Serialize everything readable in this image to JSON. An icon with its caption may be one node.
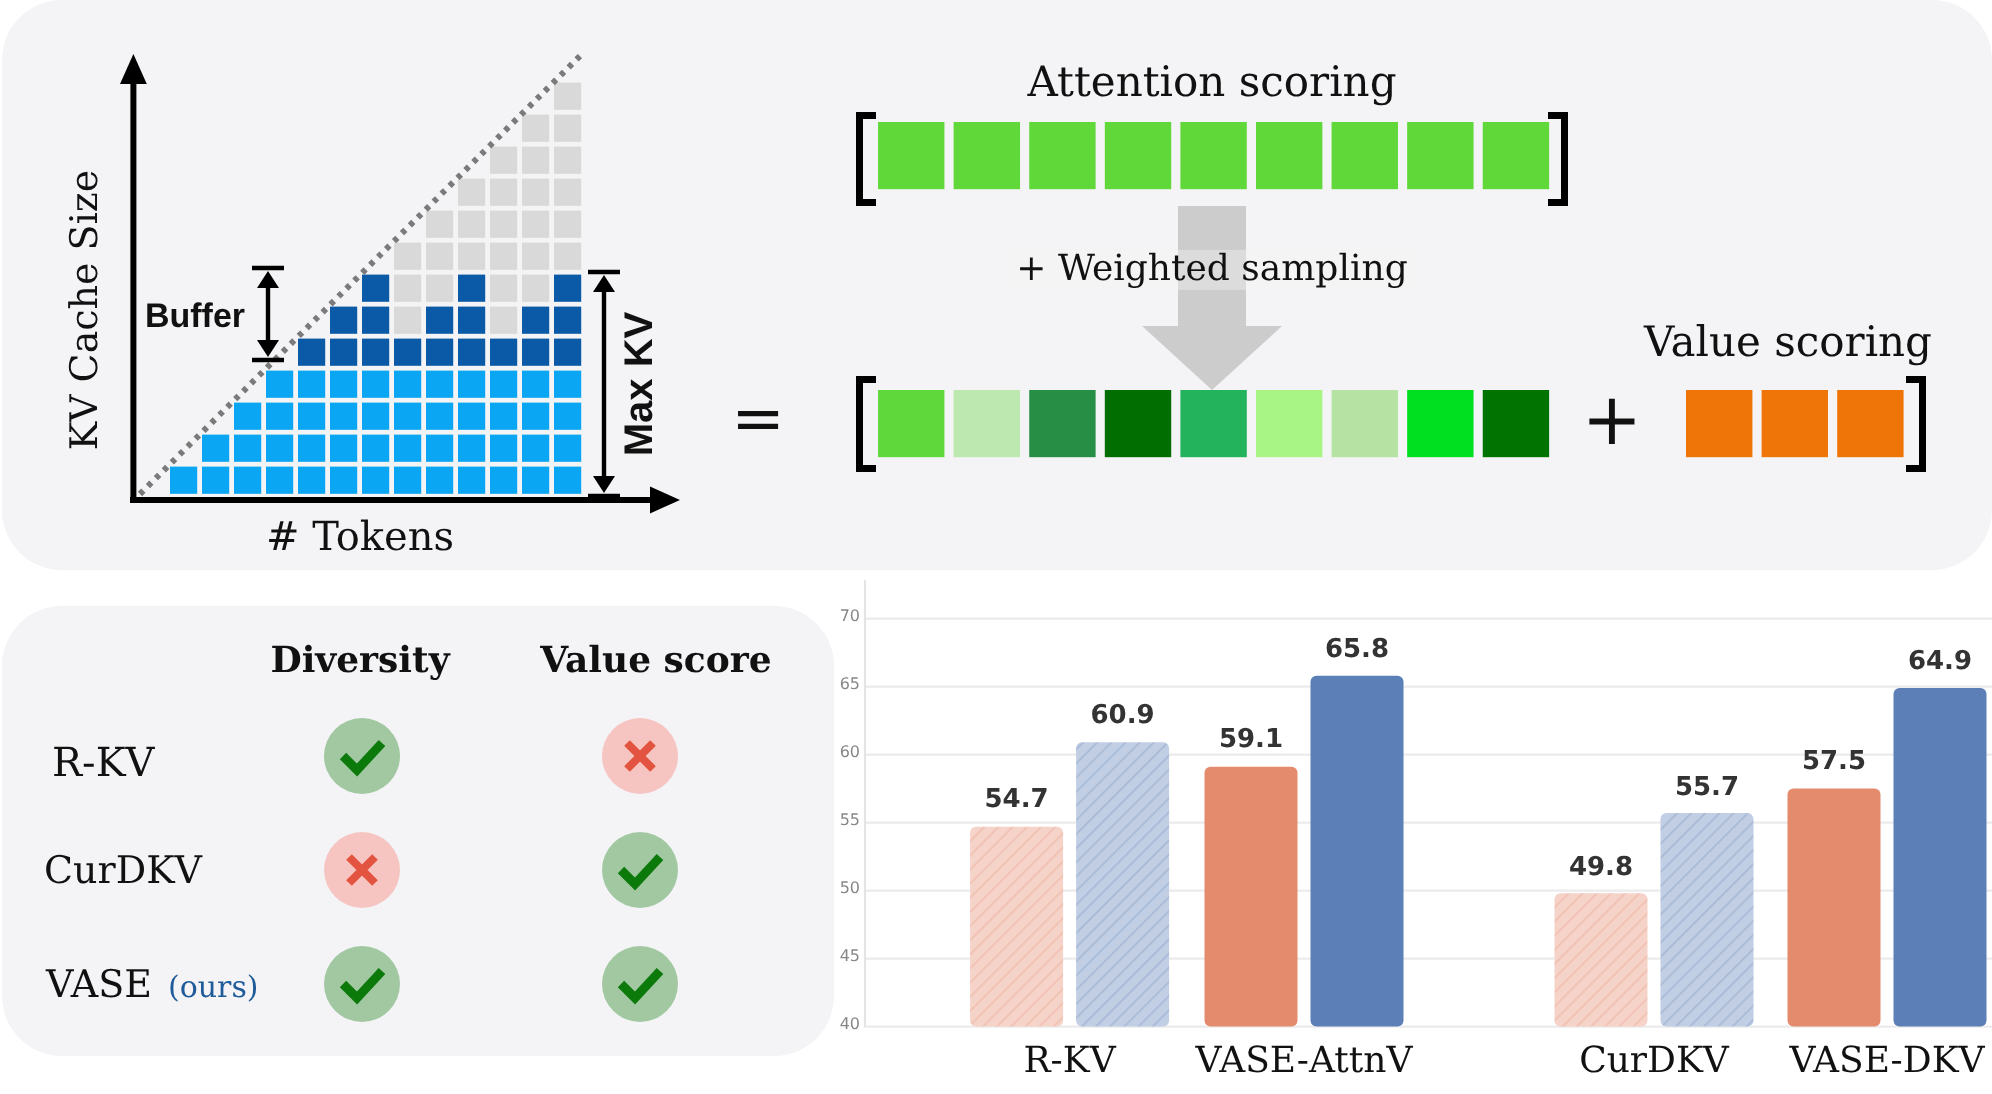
{
  "diagram": {
    "nodes": [
      {
        "text": [
          "Attention scoring"
        ]
      },
      {
        "text": [],
        "shape": "bar"
      },
      {
        "text": [
          "Value scoring"
        ]
      }
    ],
    "edges": [
      {
        "from": 0,
        "to": 1,
        "arrow": "to",
        "label": "+ Weighted sampling",
        "color": "#cccccc"
      }
    ],
    "labels": [
      "KV Cache Size",
      "Buffer",
      "Max KV",
      "# Tokens",
      "=",
      "+",
      "Diversity",
      "Value score",
      "R-KV",
      "CurDKV",
      "VASE",
      "(ours)"
    ],
    "chart_data": {
      "type": "bar",
      "categories": [
        "R-KV",
        "VASE-AttnV",
        "CurDKV",
        "VASE-DKV"
      ],
      "series": [
        {
          "color": "#e48b6e",
          "values": [
            54.7,
            59.1,
            49.8,
            57.5
          ]
        },
        {
          "color": "#5b7fb6",
          "values": [
            60.9,
            65.8,
            55.7,
            64.9
          ]
        }
      ],
      "ylim": [
        40,
        72.5
      ],
      "yticks": [
        40,
        45,
        50,
        55,
        60,
        65,
        70
      ],
      "grid": true,
      "data_labels": true
    }
  }
}
